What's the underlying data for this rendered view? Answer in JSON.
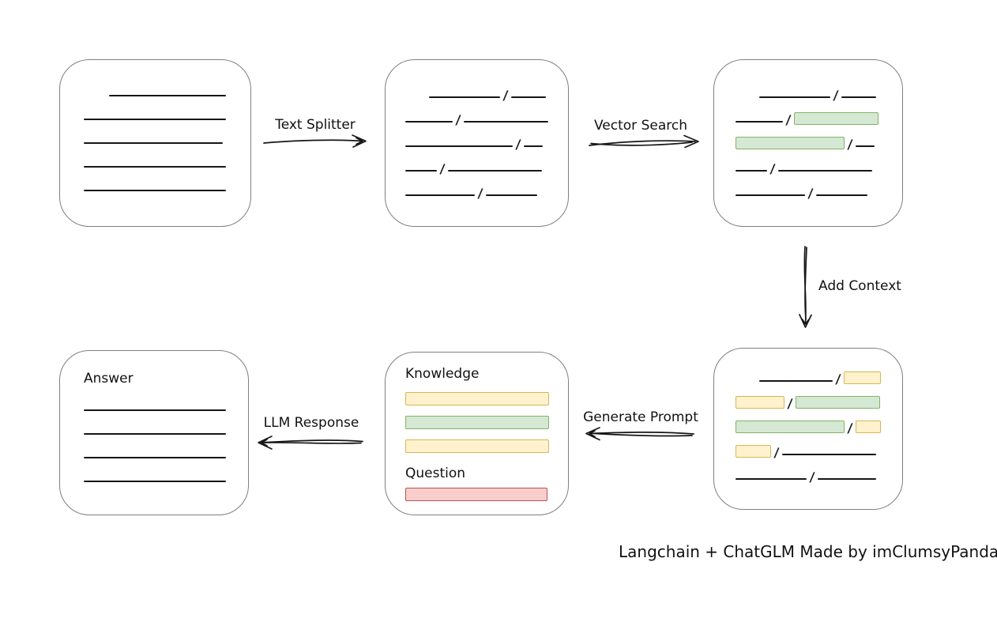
{
  "canvas": {
    "background": "#ffffff",
    "stroke": "#161616",
    "box_border": "#7d7f82"
  },
  "glyphs": {
    "separator": "/"
  },
  "colors": {
    "green": {
      "fill": "#d5e8d4",
      "stroke": "#82b366"
    },
    "yellow": {
      "fill": "#fff2cc",
      "stroke": "#d6b656"
    },
    "red": {
      "fill": "#f8cecc",
      "stroke": "#b85450"
    }
  },
  "nodes": {
    "source_document": {
      "rows": [
        {
          "indent": 32,
          "segs": [
            {
              "t": "line",
              "w": 148
            }
          ]
        },
        {
          "segs": [
            {
              "t": "line",
              "w": 180
            }
          ]
        },
        {
          "segs": [
            {
              "t": "line",
              "w": 176
            }
          ]
        },
        {
          "segs": [
            {
              "t": "line",
              "w": 180
            }
          ]
        },
        {
          "segs": [
            {
              "t": "line",
              "w": 180
            }
          ]
        }
      ]
    },
    "split_chunks": {
      "rows": [
        {
          "indent": 30,
          "segs": [
            {
              "t": "line",
              "w": 90
            },
            {
              "t": "sep"
            },
            {
              "t": "line",
              "w": 44
            }
          ]
        },
        {
          "segs": [
            {
              "t": "line",
              "w": 60
            },
            {
              "t": "sep"
            },
            {
              "t": "line",
              "w": 107
            }
          ]
        },
        {
          "segs": [
            {
              "t": "line",
              "w": 136
            },
            {
              "t": "sep"
            },
            {
              "t": "line",
              "w": 24
            }
          ]
        },
        {
          "segs": [
            {
              "t": "line",
              "w": 40
            },
            {
              "t": "sep"
            },
            {
              "t": "line",
              "w": 119
            }
          ]
        },
        {
          "segs": [
            {
              "t": "line",
              "w": 88
            },
            {
              "t": "sep"
            },
            {
              "t": "line",
              "w": 65
            }
          ]
        }
      ]
    },
    "vector_matches": {
      "rows": [
        {
          "indent": 30,
          "segs": [
            {
              "t": "line",
              "w": 90
            },
            {
              "t": "sep"
            },
            {
              "t": "line",
              "w": 44
            }
          ]
        },
        {
          "segs": [
            {
              "t": "line",
              "w": 60
            },
            {
              "t": "sep"
            },
            {
              "t": "chunk",
              "c": "green",
              "w": 107
            }
          ]
        },
        {
          "segs": [
            {
              "t": "chunk",
              "c": "green",
              "w": 138
            },
            {
              "t": "sep"
            },
            {
              "t": "line",
              "w": 24
            }
          ]
        },
        {
          "segs": [
            {
              "t": "line",
              "w": 40
            },
            {
              "t": "sep"
            },
            {
              "t": "line",
              "w": 119
            }
          ]
        },
        {
          "segs": [
            {
              "t": "line",
              "w": 88
            },
            {
              "t": "sep"
            },
            {
              "t": "line",
              "w": 65
            }
          ]
        }
      ]
    },
    "context_chunks": {
      "rows": [
        {
          "indent": 30,
          "segs": [
            {
              "t": "line",
              "w": 93
            },
            {
              "t": "sep"
            },
            {
              "t": "chunk",
              "c": "yellow",
              "w": 47
            }
          ]
        },
        {
          "segs": [
            {
              "t": "chunk",
              "c": "yellow",
              "w": 62
            },
            {
              "t": "sep"
            },
            {
              "t": "chunk",
              "c": "green",
              "w": 107
            }
          ]
        },
        {
          "segs": [
            {
              "t": "chunk",
              "c": "green",
              "w": 138
            },
            {
              "t": "sep"
            },
            {
              "t": "chunk",
              "c": "yellow",
              "w": 32
            }
          ]
        },
        {
          "segs": [
            {
              "t": "chunk",
              "c": "yellow",
              "w": 45
            },
            {
              "t": "sep"
            },
            {
              "t": "line",
              "w": 119
            }
          ]
        },
        {
          "segs": [
            {
              "t": "line",
              "w": 90
            },
            {
              "t": "sep"
            },
            {
              "t": "line",
              "w": 74
            }
          ]
        }
      ]
    },
    "prompt": {
      "knowledge_label": "Knowledge",
      "question_label": "Question",
      "knowledge_bars": [
        {
          "c": "yellow",
          "w": 182
        },
        {
          "c": "green",
          "w": 182
        },
        {
          "c": "yellow",
          "w": 182
        }
      ],
      "question_bars": [
        {
          "c": "red",
          "w": 180
        }
      ]
    },
    "answer": {
      "label": "Answer",
      "rows": [
        {
          "segs": [
            {
              "t": "line",
              "w": 180
            }
          ]
        },
        {
          "segs": [
            {
              "t": "line",
              "w": 180
            }
          ]
        },
        {
          "segs": [
            {
              "t": "line",
              "w": 180
            }
          ]
        },
        {
          "segs": [
            {
              "t": "line",
              "w": 180
            }
          ]
        }
      ]
    }
  },
  "arrows": {
    "text_splitter": {
      "label": "Text Splitter",
      "direction": "right"
    },
    "vector_search": {
      "label": "Vector Search",
      "direction": "right"
    },
    "add_context": {
      "label": "Add Context",
      "direction": "down"
    },
    "generate_prompt": {
      "label": "Generate Prompt",
      "direction": "left"
    },
    "llm_response": {
      "label": "LLM Response",
      "direction": "left"
    }
  },
  "caption": "Langchain + ChatGLM Made by imClumsyPanda"
}
